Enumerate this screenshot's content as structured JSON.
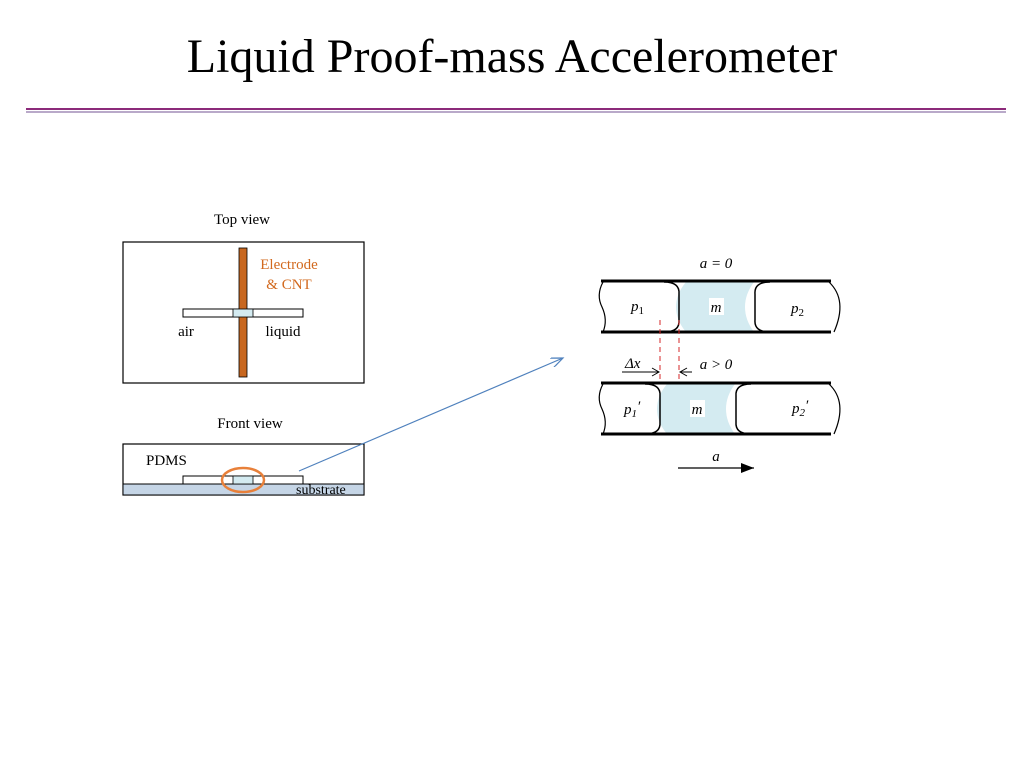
{
  "title": "Liquid Proof-mass Accelerometer",
  "top_view": {
    "label": "Top view",
    "electrode_line1": "Electrode",
    "electrode_line2": "& CNT",
    "air": "air",
    "liquid": "liquid"
  },
  "front_view": {
    "label": "Front view",
    "pdms": "PDMS",
    "substrate": "substrate"
  },
  "channel_rest": {
    "condition": "a = 0",
    "p1": "p",
    "p1_sub": "1",
    "mass": "m",
    "p2": "p",
    "p2_sub": "2"
  },
  "channel_accel": {
    "condition": "a > 0",
    "p1": "p",
    "p1_sub": "1",
    "p1_prime": "′",
    "mass": "m",
    "p2": "p",
    "p2_sub": "2",
    "p2_prime": "′",
    "displacement": "Δx",
    "accel_arrow": "a"
  },
  "colors": {
    "electrode": "#c8671f",
    "electrode_text": "#d2691e",
    "liquid_fill": "#d4ebf1",
    "substrate_fill": "#c5d5e6",
    "highlight_ellipse": "#e8803a",
    "pointer_arrow": "#4f81bd",
    "dashed_guide": "#d62728"
  }
}
